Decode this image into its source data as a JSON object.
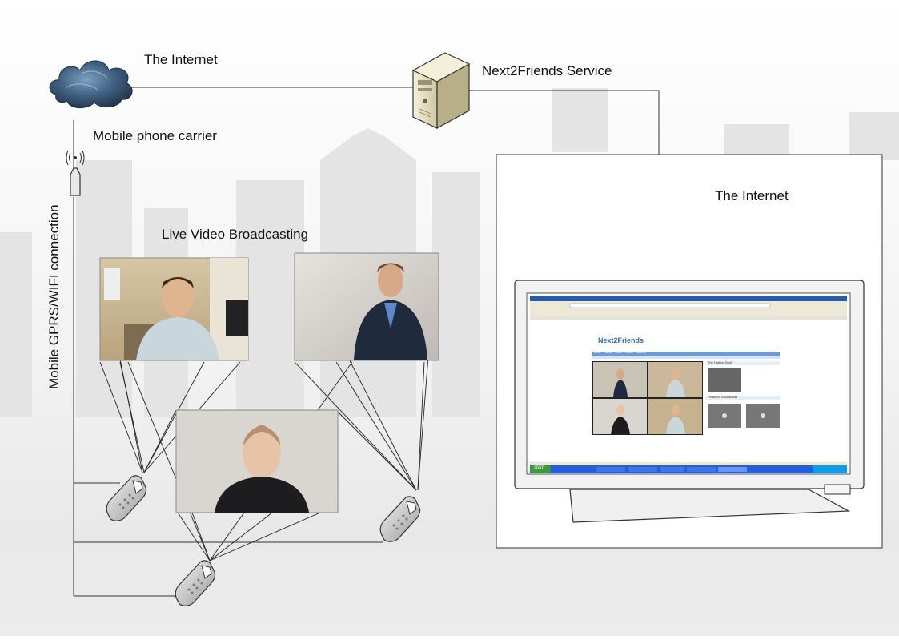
{
  "labels": {
    "internet_top": "The Internet",
    "service": "Next2Friends Service",
    "carrier": "Mobile phone carrier",
    "connection": "Mobile GPRS/WIFI connection",
    "broadcast": "Live Video Broadcasting",
    "internet_right": "The Internet"
  },
  "browser": {
    "logo": "Next2Friends",
    "nav_items": [
      "Home",
      "Friends",
      "Videos",
      "Photos",
      "Networks"
    ],
    "hottest": "The Hottest Spot",
    "featured": "Featured Broadcasts",
    "start_button": "start"
  },
  "colors": {
    "cloud": "#3b5878",
    "line": "#333333",
    "accent": "#3a6ea5"
  }
}
